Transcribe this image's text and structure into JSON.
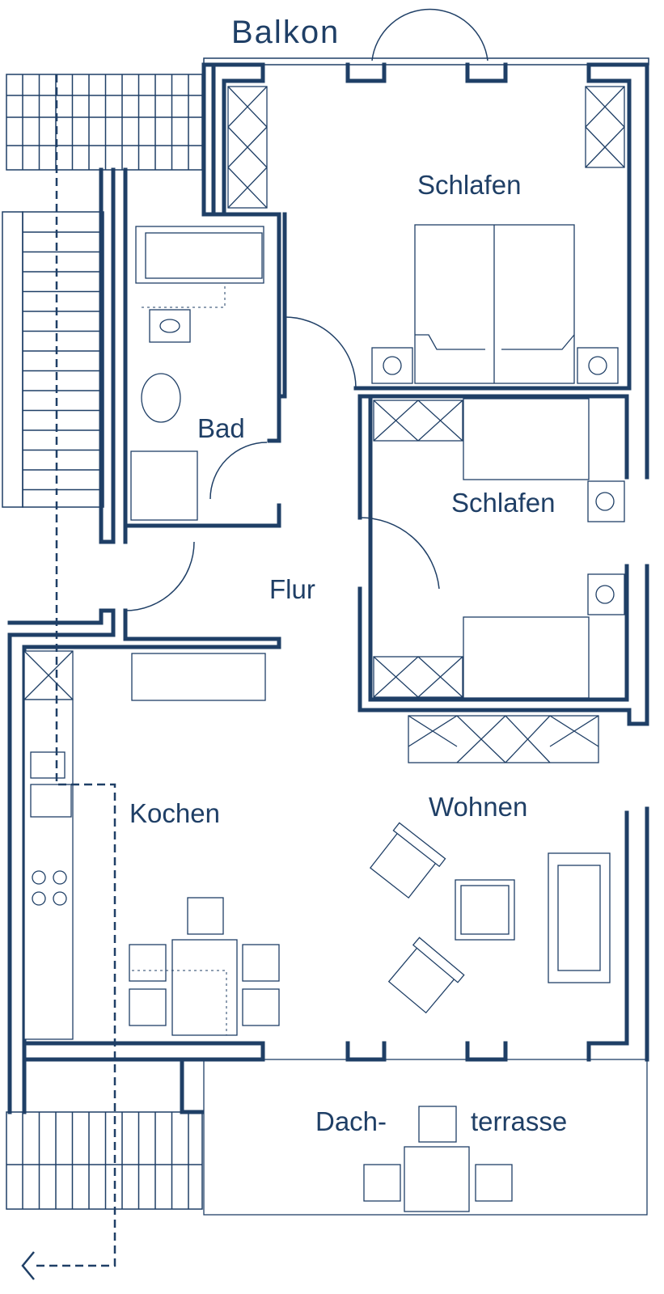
{
  "plan": {
    "color": "#1f3f66",
    "rooms": {
      "balcony": "Balkon",
      "bedroom_main": "Schlafen",
      "bathroom": "Bad",
      "bedroom_second": "Schlafen",
      "hallway": "Flur",
      "kitchen": "Kochen",
      "living": "Wohnen",
      "terrace_1": "Dach-",
      "terrace_2": "terrasse"
    }
  }
}
